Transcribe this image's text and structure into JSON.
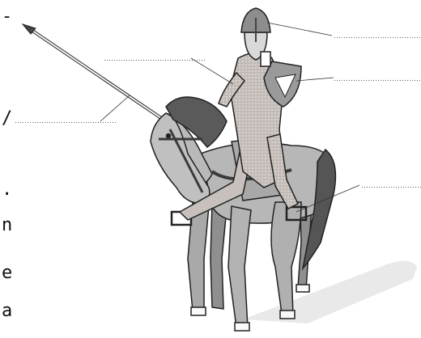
{
  "figure": {
    "subject": "mounted-knight",
    "label_blanks": [
      {
        "target": "helmet",
        "text": "……………………………………"
      },
      {
        "target": "shield",
        "text": "……………………………………"
      },
      {
        "target": "chainmail-tunic",
        "text": "……………………………………"
      },
      {
        "target": "lance",
        "text": "……………………………………"
      },
      {
        "target": "stirrup",
        "text": "……………………………………"
      }
    ]
  },
  "left_edge_text": [
    "-",
    "/",
    ".",
    "n",
    "e",
    "a"
  ],
  "colors": {
    "line": "#222222",
    "horse": "#b7b7b7",
    "horse_dark": "#7d7d7d",
    "mane": "#555555",
    "mail": "#d6d0cc",
    "shield": "#9a9a9a",
    "blank_dots": "#555555"
  }
}
